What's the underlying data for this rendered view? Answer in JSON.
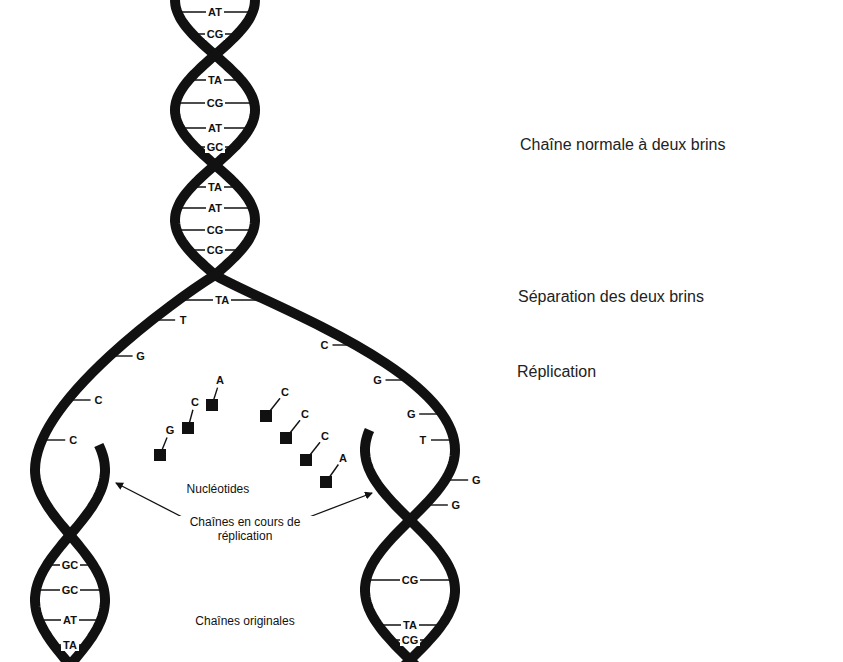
{
  "diagram": {
    "labels": [
      "AT",
      "CG",
      "TA",
      "CG",
      "AT",
      "GC",
      "TA",
      "AT",
      "CG",
      "CG",
      "Chaîne normale à deux brins",
      "TA",
      "Séparation des deux brins",
      "T",
      "C",
      "G",
      "Réplication",
      "G",
      "A",
      "C",
      "C",
      "C",
      "C",
      "G",
      "G",
      "C",
      "C",
      "T",
      "A",
      "G",
      "Nucléotides",
      "G",
      "Chaînes en cours de réplication",
      "GC",
      "CG",
      "GC",
      "AT",
      "Chaînes originales",
      "TA",
      "TA",
      "CG"
    ]
  }
}
